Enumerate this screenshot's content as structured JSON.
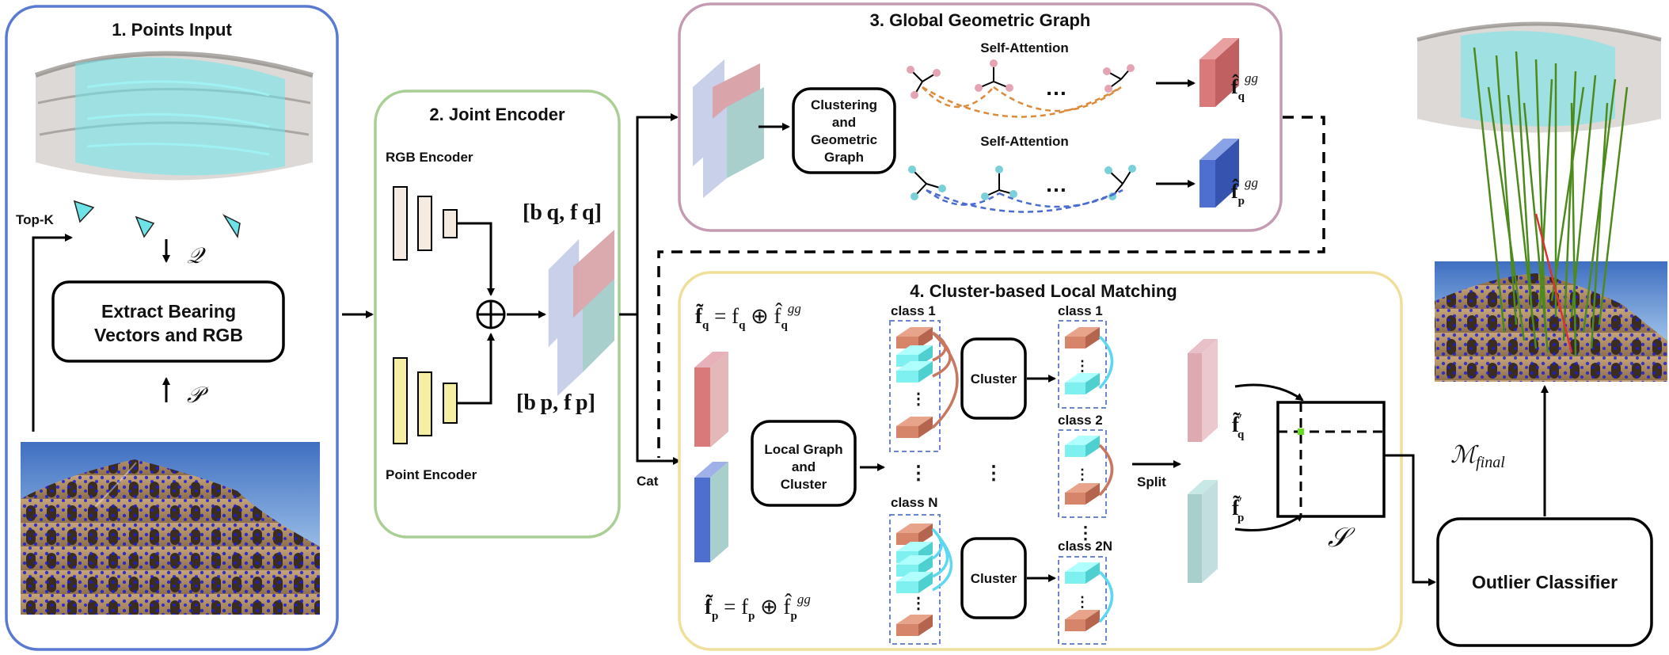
{
  "panels": {
    "points_input": "1. Points Input",
    "joint_encoder": "2. Joint Encoder",
    "global_graph": "3. Global Geometric Graph",
    "local_matching": "4. Cluster-based Local Matching"
  },
  "points_input": {
    "topk": "Top-K",
    "q_symbol": "𝒬",
    "p_symbol": "𝒫",
    "extract_line1": "Extract Bearing",
    "extract_line2": "Vectors and RGB"
  },
  "joint_encoder": {
    "rgb_encoder": "RGB Encoder",
    "point_encoder": "Point Encoder",
    "oplus": "⊕",
    "bq_fq": "[b q, f q]",
    "bp_fp": "[b p, f p]"
  },
  "global_graph": {
    "cluster_box": [
      "Clustering",
      "and",
      "Geometric",
      "Graph"
    ],
    "self_attention_1": "Self-Attention",
    "self_attention_2": "Self-Attention",
    "ellipsis": "…",
    "fq_out": "f̂q^gg",
    "fp_out": "f̂p^gg"
  },
  "local_matching": {
    "eq_q": "f̃q = fq ⊕ f̂q^gg",
    "eq_p": "f̃p = fp ⊕ f̂p^gg",
    "cat": "Cat",
    "local_graph_box": [
      "Local Graph",
      "and",
      "Cluster"
    ],
    "class_1_left": "class 1",
    "class_n": "class N",
    "class_1_right": "class 1",
    "class_2": "class 2",
    "class_2n": "class 2N",
    "cluster_label": "Cluster",
    "split": "Split",
    "fq_prime": "f̃′q",
    "fp_prime": "f̃′p",
    "s_symbol": "𝒮"
  },
  "outlier": {
    "label": "Outlier Classifier",
    "m_final": "ℳfinal"
  },
  "colors": {
    "panel1_border": "#5a79d2",
    "panel2_border": "#a9cf94",
    "panel3_border": "#c49bb3",
    "panel4_border": "#f0df9a",
    "rgb_feat": "#f5ebe0",
    "point_feat": "#f6eea2",
    "feat_pink": "#d9a5ab",
    "feat_teal": "#a9cfcc",
    "feat_lav": "#c8d0ea",
    "out_pink": "#d97979",
    "out_blue": "#4f6fd0",
    "brick": "#d6846a",
    "cyan_block": "#7ff0f0",
    "match_green": "#4d8a1c",
    "match_red": "#e03030"
  }
}
